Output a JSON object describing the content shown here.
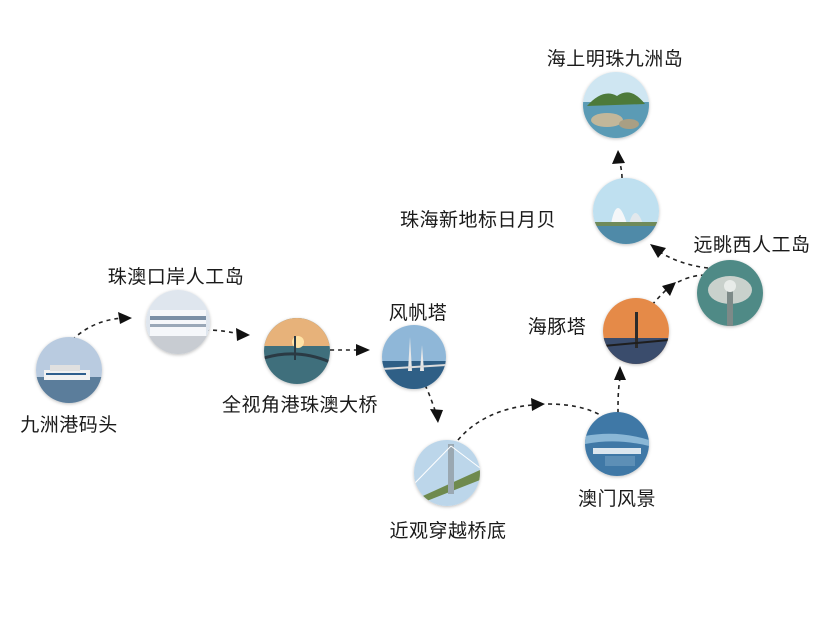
{
  "stops": [
    {
      "id": "jiuzhou-port",
      "label": "九洲港码头",
      "icon": "ferry-port-photo-icon"
    },
    {
      "id": "artificial-island",
      "label": "珠澳口岸人工岛",
      "icon": "port-building-photo-icon"
    },
    {
      "id": "bridge-panorama",
      "label": "全视角港珠澳大桥",
      "icon": "bridge-sunset-photo-icon"
    },
    {
      "id": "sail-tower",
      "label": "风帆塔",
      "icon": "sail-tower-photo-icon"
    },
    {
      "id": "under-bridge",
      "label": "近观穿越桥底",
      "icon": "bridge-underside-photo-icon"
    },
    {
      "id": "macau-view",
      "label": "澳门风景",
      "icon": "macau-aerial-photo-icon"
    },
    {
      "id": "dolphin-tower",
      "label": "海豚塔",
      "icon": "dolphin-tower-photo-icon"
    },
    {
      "id": "west-island",
      "label": "远眺西人工岛",
      "icon": "west-island-aerial-photo-icon"
    },
    {
      "id": "sun-moon-shell",
      "label": "珠海新地标日月贝",
      "icon": "opera-house-photo-icon"
    },
    {
      "id": "jiuzhou-island",
      "label": "海上明珠九洲岛",
      "icon": "island-photo-icon"
    }
  ]
}
